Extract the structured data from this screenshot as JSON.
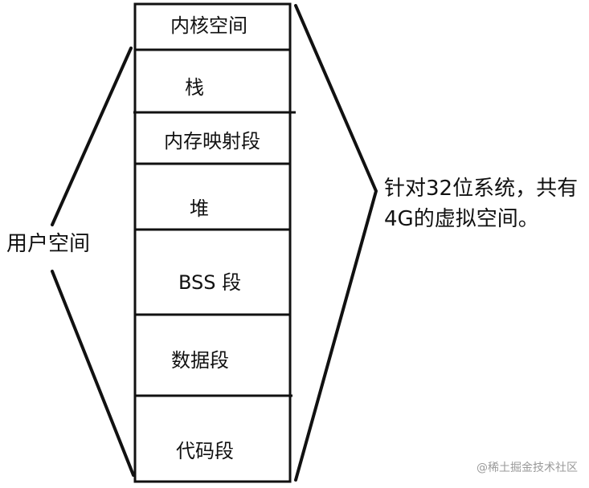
{
  "diagram": {
    "segments": [
      {
        "label": "内核空间"
      },
      {
        "label": "栈"
      },
      {
        "label": "内存映射段"
      },
      {
        "label": "堆"
      },
      {
        "label": "BSS 段"
      },
      {
        "label": "数据段"
      },
      {
        "label": "代码段"
      }
    ],
    "left_label": "用户空间",
    "right_label_line1": "针对32位系统，共有",
    "right_label_line2": "4G的虚拟空间。"
  },
  "watermark": "@稀土掘金技术社区"
}
